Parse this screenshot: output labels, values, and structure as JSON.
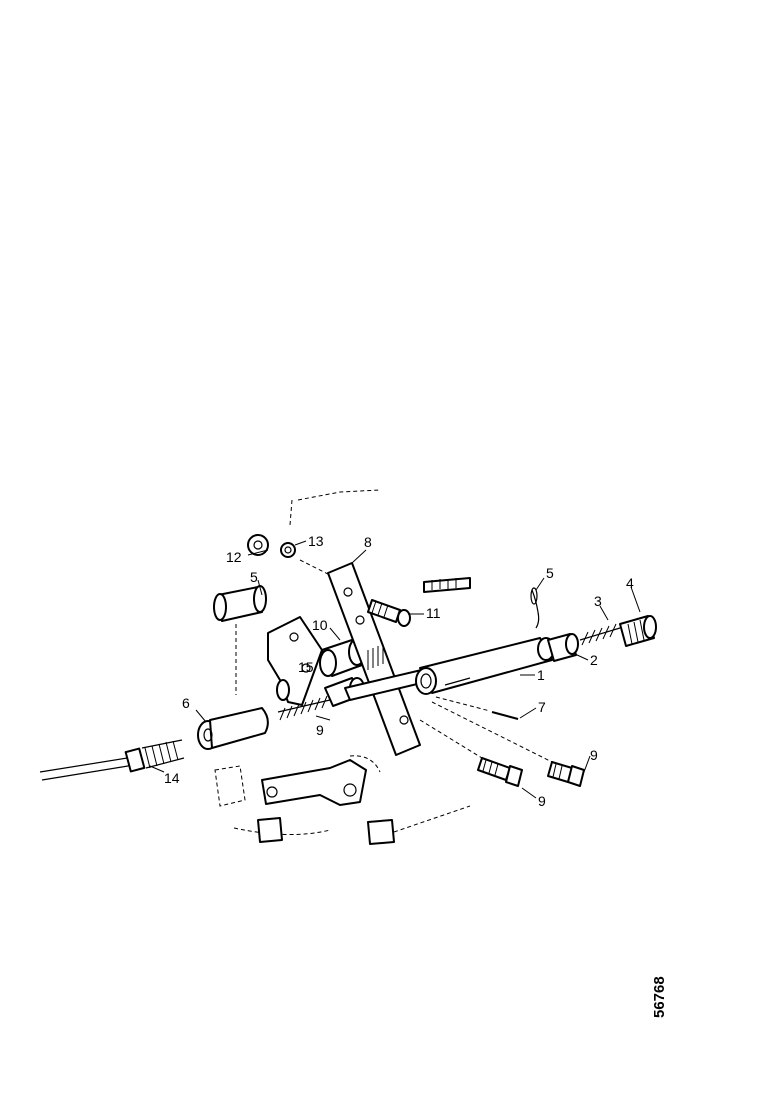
{
  "drawing_number": "56768",
  "part_labels": {
    "p1": "1",
    "p2": "2",
    "p3": "3",
    "p4": "4",
    "p5": "5",
    "p5b": "5",
    "p6": "6",
    "p7": "7",
    "p8": "8",
    "p9a": "9",
    "p9b": "9",
    "p9c": "9",
    "p10": "10",
    "p11": "11",
    "p12": "12",
    "p13": "13",
    "p14": "14",
    "p15": "15"
  },
  "colors": {
    "line": "#000000",
    "background": "#ffffff"
  }
}
